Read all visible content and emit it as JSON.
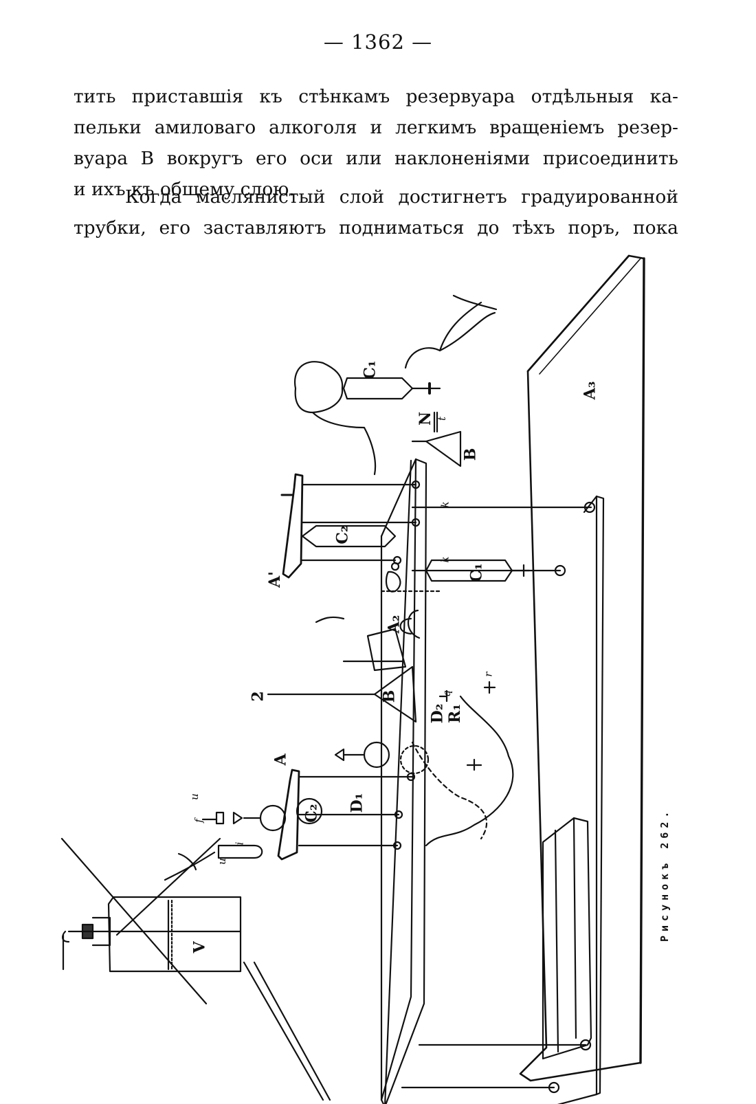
{
  "page": {
    "number": "— 1362 —"
  },
  "paragraphs": [
    {
      "lines": [
        "тить приставшія къ стѣнкамъ резервуара отдѣльныя ка-",
        "пельки амиловаго алкоголя и легкимъ вращеніемъ резер-",
        "вуара В вокругъ его оси или наклоненіями присоединить",
        "и ихъ къ общему слою."
      ]
    },
    {
      "lines": [
        "Когда маслянистый слой достигнетъ градуированной",
        "трубки, его заставляютъ подниматься до тѣхъ поръ, пока"
      ]
    }
  ],
  "figure": {
    "caption": "Рисунокъ 262.",
    "labels": {
      "A3": "A₃",
      "C1_top": "C₁",
      "N": "N",
      "t": "t",
      "B_top": "B",
      "A_prime": "A'",
      "C2_top": "C₂",
      "k_upper": "k",
      "k_lower": "k",
      "C1_lower": "C₁",
      "A2": "A₂",
      "B_mid": "B",
      "two": "2",
      "D2": "D₂",
      "R1": "R₁",
      "q": "q",
      "r": "r",
      "A": "A",
      "D1": "D₁",
      "C2_round": "C₂",
      "u_top": "u",
      "f": "f",
      "u_bottom": "u",
      "i": "i",
      "V": "V"
    }
  }
}
